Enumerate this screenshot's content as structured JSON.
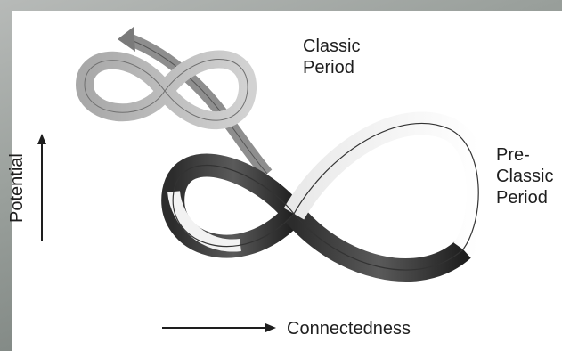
{
  "labels": {
    "classic_line1": "Classic",
    "classic_line2": "Period",
    "preclassic_line1": "Pre-",
    "preclassic_line2": "Classic",
    "preclassic_line3": "Period",
    "y_axis": "Potential",
    "x_axis": "Connectedness"
  },
  "colors": {
    "background_texture": "#8a8f8c",
    "panel": "#ffffff",
    "loop_dark": "#3a3a3a",
    "loop_light": "#f3f3f3",
    "loop_grey": "#bdbdbd",
    "text": "#1e1e1e"
  }
}
